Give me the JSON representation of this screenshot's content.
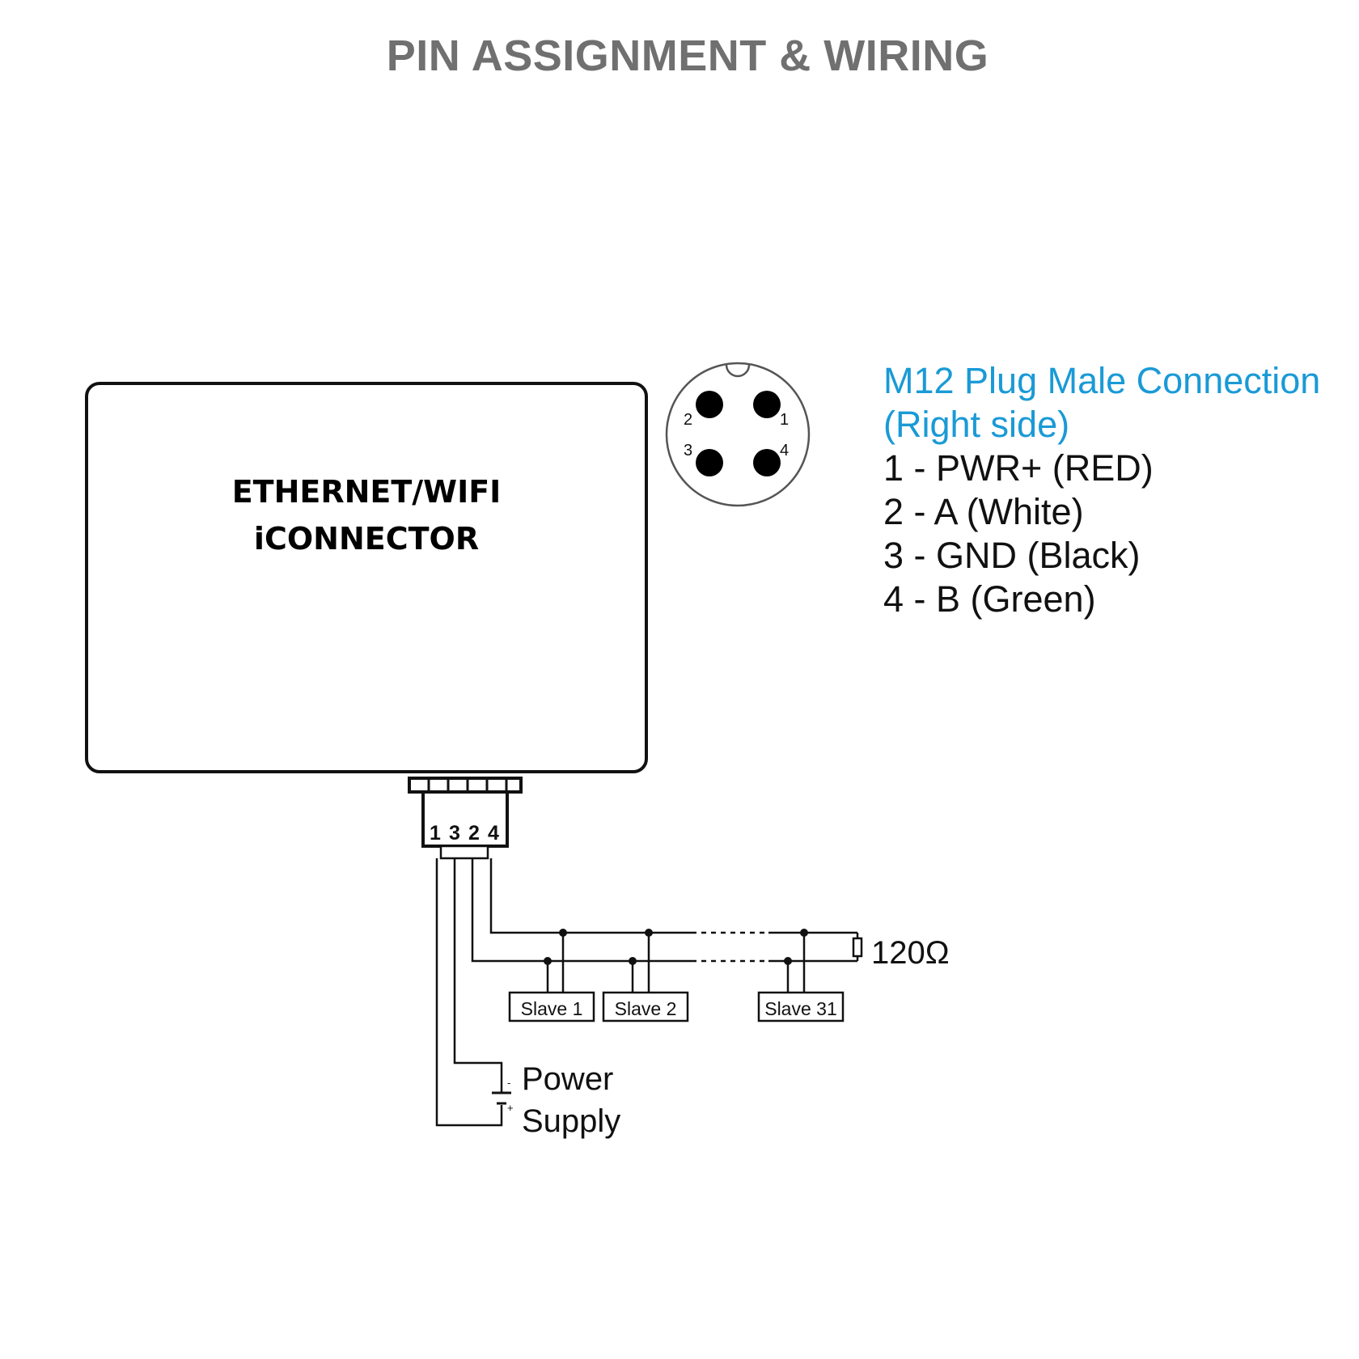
{
  "title": "PIN ASSIGNMENT & WIRING",
  "device": {
    "line1": "ETHERNET/WIFI",
    "line2": "iCONNECTOR"
  },
  "connector_face": {
    "pins": [
      "2",
      "1",
      "3",
      "4"
    ]
  },
  "legend": {
    "header_line1": "M12 Plug Male Connection",
    "header_line2": "(Right side)",
    "pins": [
      "1 - PWR+ (RED)",
      "2 - A (White)",
      "3 - GND (Black)",
      "4 - B (Green)"
    ],
    "header_color": "#1a9ad6"
  },
  "terminal_labels": [
    "1",
    "3",
    "2",
    "4"
  ],
  "slaves": [
    "Slave 1",
    "Slave 2",
    "Slave 31"
  ],
  "terminator": "120Ω",
  "power_supply": {
    "line1": "Power",
    "line2": "Supply",
    "minus": "-",
    "plus": "+"
  }
}
